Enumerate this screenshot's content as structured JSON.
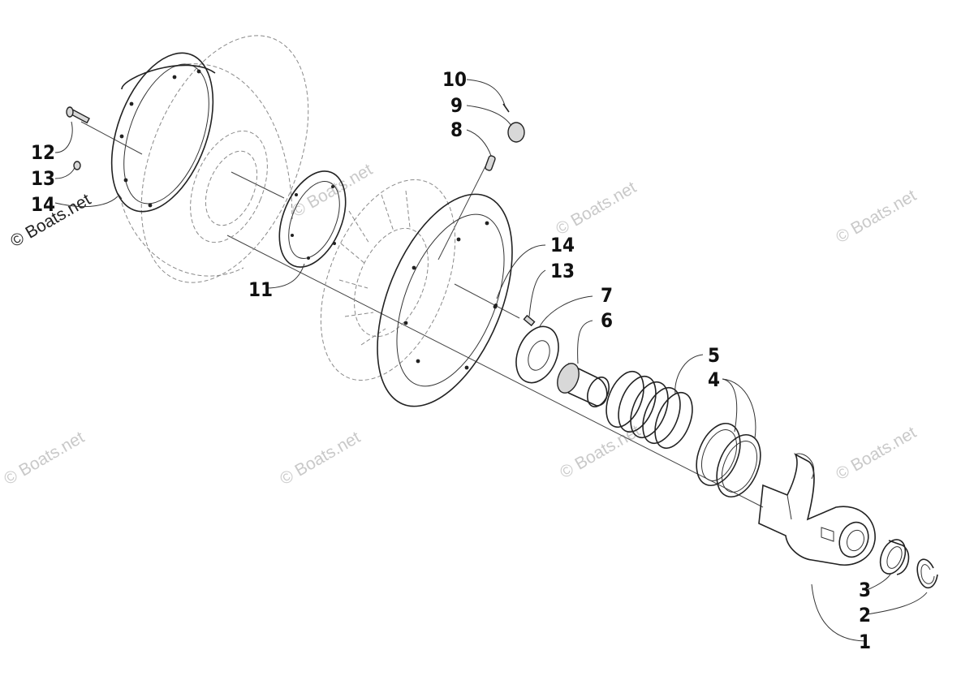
{
  "diagram": {
    "callouts": [
      {
        "id": "c10",
        "text": "10"
      },
      {
        "id": "c9",
        "text": "9"
      },
      {
        "id": "c8",
        "text": "8"
      },
      {
        "id": "c12",
        "text": "12"
      },
      {
        "id": "c13a",
        "text": "13"
      },
      {
        "id": "c14a",
        "text": "14"
      },
      {
        "id": "c11",
        "text": "11"
      },
      {
        "id": "c14b",
        "text": "14"
      },
      {
        "id": "c13b",
        "text": "13"
      },
      {
        "id": "c7",
        "text": "7"
      },
      {
        "id": "c6",
        "text": "6"
      },
      {
        "id": "c5",
        "text": "5"
      },
      {
        "id": "c4",
        "text": "4"
      },
      {
        "id": "c3",
        "text": "3"
      },
      {
        "id": "c2",
        "text": "2"
      },
      {
        "id": "c1",
        "text": "1"
      }
    ],
    "watermark": "© Boats.net"
  }
}
